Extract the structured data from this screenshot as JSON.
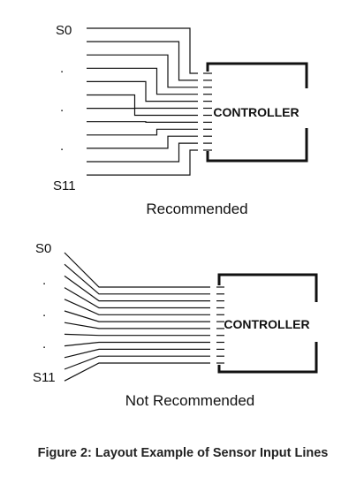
{
  "top_diagram": {
    "label_first": "S0",
    "label_last": "S11",
    "dots": [
      ".",
      ".",
      "."
    ],
    "controller": "CONTROLLER",
    "caption": "Recommended"
  },
  "bottom_diagram": {
    "label_first": "S0",
    "label_last": "S11",
    "dots": [
      ".",
      ".",
      "."
    ],
    "controller": "CONTROLLER",
    "caption": "Not Recommended"
  },
  "figure_caption": "Figure 2:  Layout Example of Sensor Input Lines",
  "colors": {
    "line": "#111111",
    "background": "#ffffff"
  }
}
